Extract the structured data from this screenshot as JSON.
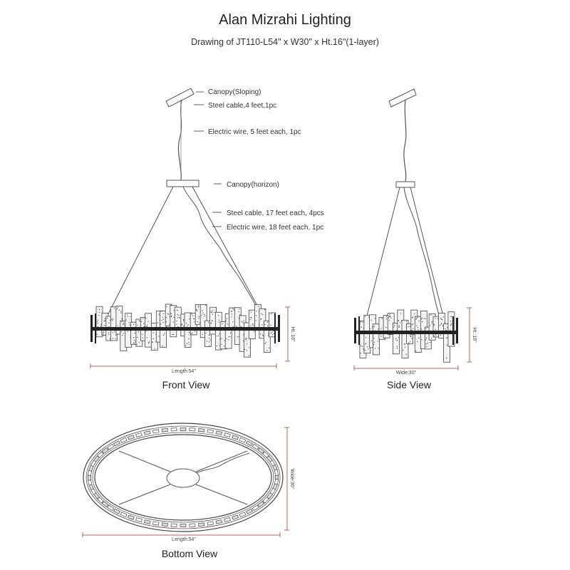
{
  "header": {
    "title": "Alan Mizrahi Lighting",
    "subtitle": "Drawing of JT110-L54\" x W30\" x Ht.16\"(1-layer)"
  },
  "callouts": [
    {
      "id": "canopy-sloping",
      "text": "Canopy(Sloping)"
    },
    {
      "id": "steel-cable-short",
      "text": "Steel cable,4 feet,1pc"
    },
    {
      "id": "electric-wire-short",
      "text": "Electric wire, 5 feet each, 1pc"
    },
    {
      "id": "canopy-horizon",
      "text": "Canopy(horizon)"
    },
    {
      "id": "steel-cable-long",
      "text": "Steel cable, 17 feet each, 4pcs"
    },
    {
      "id": "electric-wire-long",
      "text": "Electric wire, 18 feet each, 1pc"
    }
  ],
  "views": {
    "front": {
      "label": "Front View",
      "length_label": "Length:54\"",
      "height_label": "Ht.:16\""
    },
    "side": {
      "label": "Side View",
      "width_label": "Wide:30\"",
      "height_label": "Ht.:16\""
    },
    "bottom": {
      "label": "Bottom View",
      "length_label": "Length:54\"",
      "width_label": "Wide:30\""
    }
  },
  "colors": {
    "line": "#555555",
    "dimension": "#b5655a",
    "text": "#222222"
  }
}
